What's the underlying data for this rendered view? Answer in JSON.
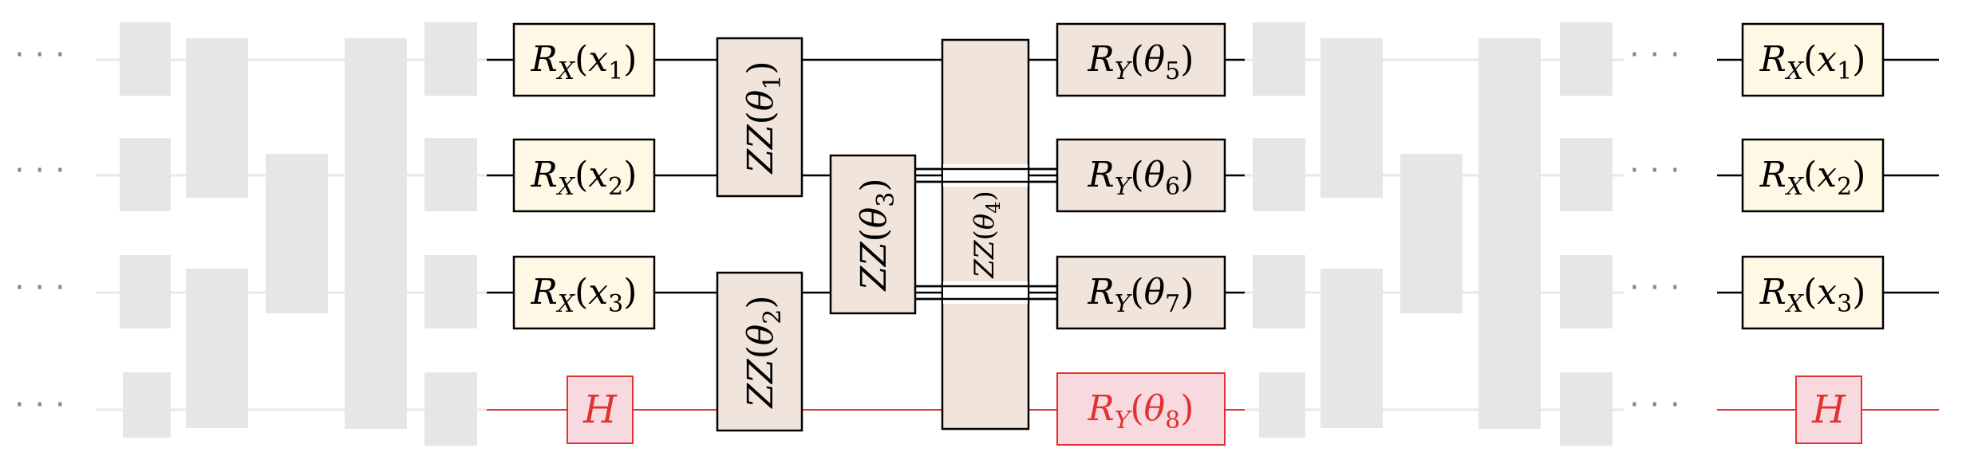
{
  "colors": {
    "wire": "#000000",
    "faded_wire": "#e8e8e8",
    "faded_box": "#e6e6e6",
    "encode_fill": "#fff8e4",
    "param_fill": "#f1e4da",
    "red": "#e0322f",
    "red_fill": "#f9d9e0",
    "dots": "#888888"
  },
  "ellipsis": "· · ·",
  "encoding_gates": [
    {
      "base": "R",
      "sub": "X",
      "arg": "x",
      "idx": "1"
    },
    {
      "base": "R",
      "sub": "X",
      "arg": "x",
      "idx": "2"
    },
    {
      "base": "R",
      "sub": "X",
      "arg": "x",
      "idx": "3"
    }
  ],
  "hadamard_label": "H",
  "zz_gates": [
    {
      "label": "ZZ",
      "arg": "θ",
      "idx": "1"
    },
    {
      "label": "ZZ",
      "arg": "θ",
      "idx": "2"
    },
    {
      "label": "ZZ",
      "arg": "θ",
      "idx": "3"
    },
    {
      "label": "ZZ",
      "arg": "θ",
      "idx": "4"
    }
  ],
  "ry_gates": [
    {
      "base": "R",
      "sub": "Y",
      "arg": "θ",
      "idx": "5"
    },
    {
      "base": "R",
      "sub": "Y",
      "arg": "θ",
      "idx": "6"
    },
    {
      "base": "R",
      "sub": "Y",
      "arg": "θ",
      "idx": "7"
    },
    {
      "base": "R",
      "sub": "Y",
      "arg": "θ",
      "idx": "8"
    }
  ]
}
